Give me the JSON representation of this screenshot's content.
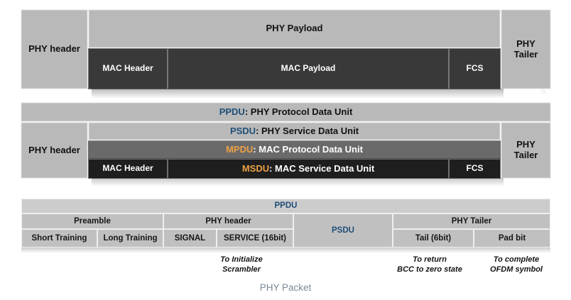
{
  "caption": "PHY Packet",
  "colors": {
    "light_gray": "#b9b9b9",
    "mid_gray": "#6a6a6a",
    "dark": "#393939",
    "darker": "#1e1e1e",
    "accent_blue": "#1f4e79",
    "accent_orange": "#eda146",
    "caption_gray": "#7b8a99"
  },
  "diagram1": {
    "phy_header": "PHY header",
    "phy_payload": "PHY Payload",
    "phy_tailer": "PHY\nTailer",
    "mac_header": "MAC Header",
    "mac_payload": "MAC Payload",
    "fcs": "FCS"
  },
  "diagram2": {
    "phy_header": "PHY header",
    "phy_tailer": "PHY\nTailer",
    "mac_header": "MAC Header",
    "fcs": "FCS",
    "ppdu_abbr": "PPDU",
    "ppdu_rest": " : PHY Protocol Data Unit",
    "psdu_abbr": "PSDU",
    "psdu_rest": " : PHY Service Data Unit",
    "mpdu_abbr": "MPDU",
    "mpdu_rest": " : MAC Protocol Data Unit",
    "msdu_abbr": "MSDU",
    "msdu_rest": " : MAC Service Data Unit"
  },
  "diagram3": {
    "ppdu": "PPDU",
    "preamble": "Preamble",
    "phy_header": "PHY header",
    "psdu": "PSDU",
    "phy_tailer": "PHY Tailer",
    "short_training": "Short Training",
    "long_training": "Long Training",
    "signal": "SIGNAL",
    "service": "SERVICE (16bit)",
    "tail": "Tail (6bit)",
    "pad_bit": "Pad bit"
  },
  "annotations": {
    "scrambler": "To Initialize\nScrambler",
    "bcc": "To return\nBCC to zero state",
    "ofdm": "To complete\nOFDM symbol"
  }
}
